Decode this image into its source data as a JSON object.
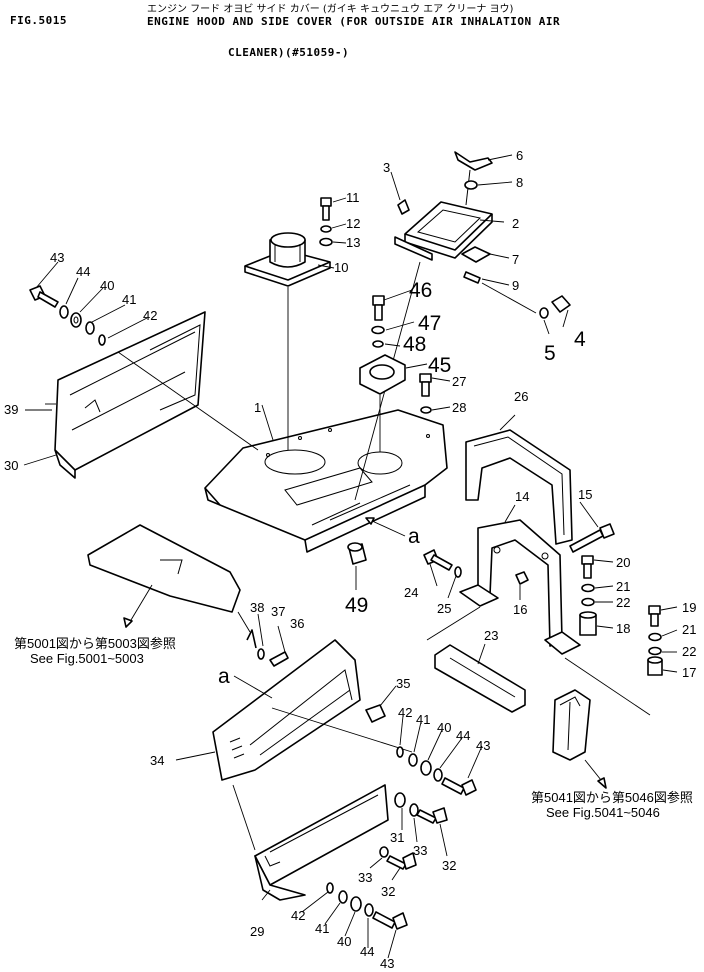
{
  "header": {
    "fig_no": "FIG.5015",
    "kana_title": "エンジン フード オヨビ サイド カバー (ガイキ キュウニュウ エア クリーナ ヨウ)",
    "title_line1": "ENGINE HOOD AND SIDE COVER (FOR OUTSIDE AIR INHALATION AIR",
    "title_line2": "CLEANER)(#51059-)"
  },
  "callouts": {
    "p1": "1",
    "p2": "2",
    "p3": "3",
    "p4": "4",
    "p5": "5",
    "p6": "6",
    "p7": "7",
    "p8": "8",
    "p9": "9",
    "p10": "10",
    "p11": "11",
    "p12": "12",
    "p13": "13",
    "p14": "14",
    "p15": "15",
    "p16": "16",
    "p17": "17",
    "p18": "18",
    "p19": "19",
    "p20": "20",
    "p21": "21",
    "p22": "22",
    "p23": "23",
    "p24": "24",
    "p25": "25",
    "p26": "26",
    "p27": "27",
    "p28": "28",
    "p29": "29",
    "p30": "30",
    "p31": "31",
    "p32": "32",
    "p33": "33",
    "p34": "34",
    "p35": "35",
    "p36": "36",
    "p37": "37",
    "p38": "38",
    "p39": "39",
    "p40": "40",
    "p41": "41",
    "p42": "42",
    "p43": "43",
    "p44": "44",
    "p45": "45",
    "p46": "46",
    "p47": "47",
    "p48": "48",
    "p49": "49",
    "a": "a"
  },
  "references": {
    "left_jp": "第5001図から第5003図参照",
    "left_en": "See Fig.5001~5003",
    "right_jp": "第5041図から第5046図参照",
    "right_en": "See Fig.5041~5046"
  }
}
